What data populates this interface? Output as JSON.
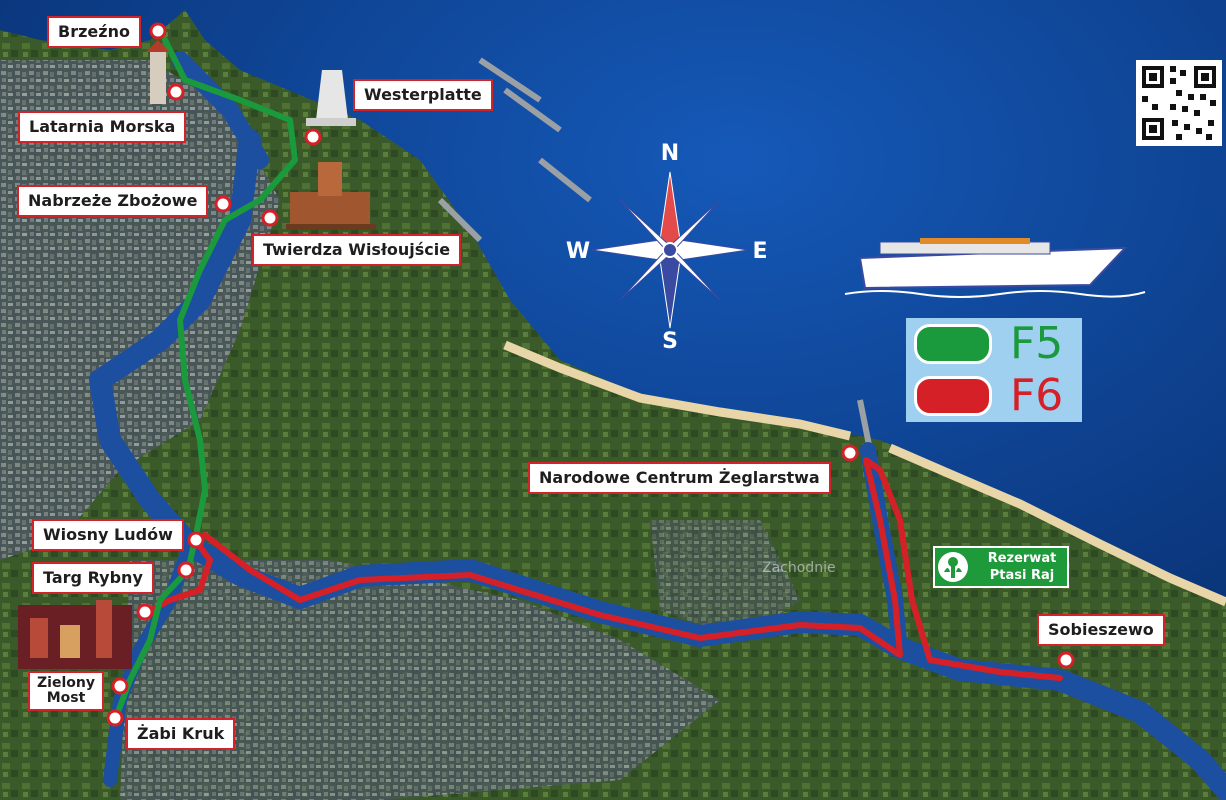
{
  "compass": {
    "n": "N",
    "s": "S",
    "e": "E",
    "w": "W"
  },
  "legend": [
    {
      "label": "F5",
      "color": "#1a9a3c"
    },
    {
      "label": "F6",
      "color": "#d52027"
    }
  ],
  "reserve": {
    "line1": "Rezerwat",
    "line2": "Ptasi Raj"
  },
  "stops": {
    "brzezno": "Brzeźno",
    "latarnia": "Latarnia Morska",
    "westerplatte": "Westerplatte",
    "nabrzeze": "Nabrzeże Zbożowe",
    "twierdza": "Twierdza Wisłoujście",
    "ncz": "Narodowe Centrum Żeglarstwa",
    "wiosny": "Wiosny Ludów",
    "targ": "Targ Rybny",
    "zielony_1": "Zielony",
    "zielony_2": "Most",
    "zabi": "Żabi Kruk",
    "sobieszewo": "Sobieszewo"
  },
  "map_text": {
    "area": "Zachodnie"
  },
  "colors": {
    "sea": "#0a3d8c",
    "land": "#2f4a28",
    "river": "#1d4fa0",
    "route_f5": "#1a9a3c",
    "route_f6": "#d52027"
  }
}
